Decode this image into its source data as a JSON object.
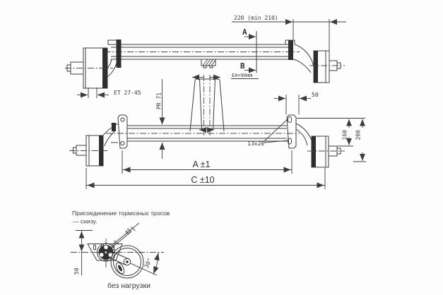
{
  "drawing": {
    "background": "#fdfdfd",
    "line_color": "#3d3d3d",
    "top_view": {
      "dim_width": "220 (min 210)",
      "section_a": "A",
      "section_b": "B",
      "dim_ea": "EA=90mm",
      "dim_et": "ET 27-45"
    },
    "front_view": {
      "dim_profile": "PR 71",
      "dim_offset": "50",
      "dim_160": "160",
      "dim_200": "200",
      "dim_slot": "13x20",
      "dim_a": "A ±1",
      "dim_c": "C ±10"
    },
    "detail": {
      "note_line1": "Присоединение тормозных тросов",
      "note_line2": "— снизу.",
      "dim_45": "45",
      "dim_30": "30°",
      "dim_50": "50",
      "caption": "без нагрузки"
    }
  }
}
